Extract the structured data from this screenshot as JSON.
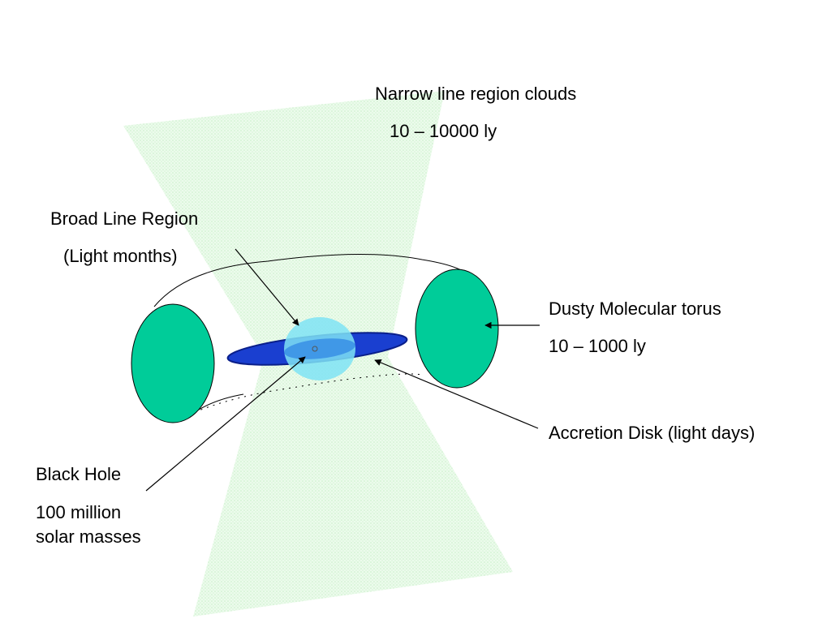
{
  "colors": {
    "cone_fill": "#e3f8e3",
    "torus_fill": "#00cc99",
    "disk_fill": "#1a3fd0",
    "disk_dark": "#0a1f8a",
    "blr_fill": "#7fe3f5",
    "stroke": "#000000"
  },
  "labels": {
    "narrow_line_title": "Narrow line region clouds",
    "narrow_line_size": "10 – 10000 ly",
    "broad_line_title": "Broad Line Region",
    "broad_line_size": "(Light months)",
    "torus_title": "Dusty Molecular torus",
    "torus_size": "10 – 1000 ly",
    "accretion_disk": "Accretion Disk (light days)",
    "black_hole_title": "Black Hole",
    "black_hole_mass_line1": "100 million",
    "black_hole_mass_line2": "solar masses"
  }
}
